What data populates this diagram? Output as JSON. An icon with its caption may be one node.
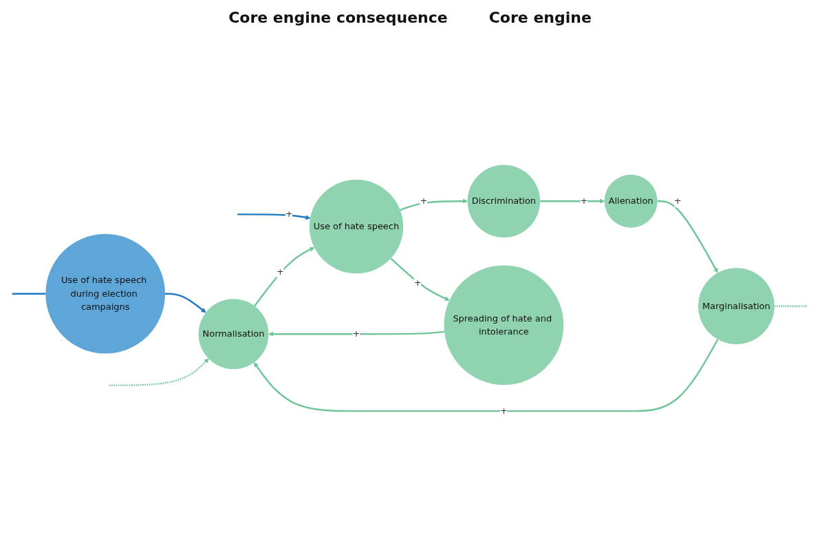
{
  "diagram": {
    "nodes": [
      {
        "text": [
          "Use of hate speech during election campaigns"
        ]
      },
      {
        "text": [
          "Use of hate speech"
        ]
      },
      {
        "text": [
          "Discrimination"
        ]
      },
      {
        "text": [
          "Spreading of hate and intolerance"
        ]
      },
      {
        "text": [
          "Alienation"
        ]
      },
      {
        "text": [
          "Normalisation"
        ]
      },
      {
        "text": [
          "Marginalisation"
        ]
      }
    ],
    "edges": [
      {
        "from": null,
        "to": 0,
        "arrow": "none",
        "color": "#1f7ac0"
      },
      {
        "from": null,
        "to": 1,
        "arrow": "to",
        "label": "+",
        "color": "#1f7ac0"
      },
      {
        "from": 0,
        "to": 5,
        "arrow": "to",
        "color": "#1f7ac0"
      },
      {
        "from": 1,
        "to": 2,
        "arrow": "to",
        "label": "+"
      },
      {
        "from": 1,
        "to": 3,
        "arrow": "to",
        "label": "+"
      },
      {
        "from": 2,
        "to": 4,
        "arrow": "to",
        "label": "+"
      },
      {
        "from": 4,
        "to": 6,
        "arrow": "to",
        "label": "+"
      },
      {
        "from": 3,
        "to": 5,
        "arrow": "to",
        "label": "+"
      },
      {
        "from": 5,
        "to": 1,
        "arrow": "to",
        "label": "+"
      },
      {
        "from": 6,
        "to": 5,
        "arrow": "to",
        "label": "+"
      },
      {
        "from": null,
        "to": 5,
        "arrow": "to",
        "style": "dashed"
      },
      {
        "from": 6,
        "to": null,
        "arrow": "none",
        "style": "dashed"
      }
    ],
    "labels": [
      "Core engine consequence",
      "Core engine"
    ]
  }
}
